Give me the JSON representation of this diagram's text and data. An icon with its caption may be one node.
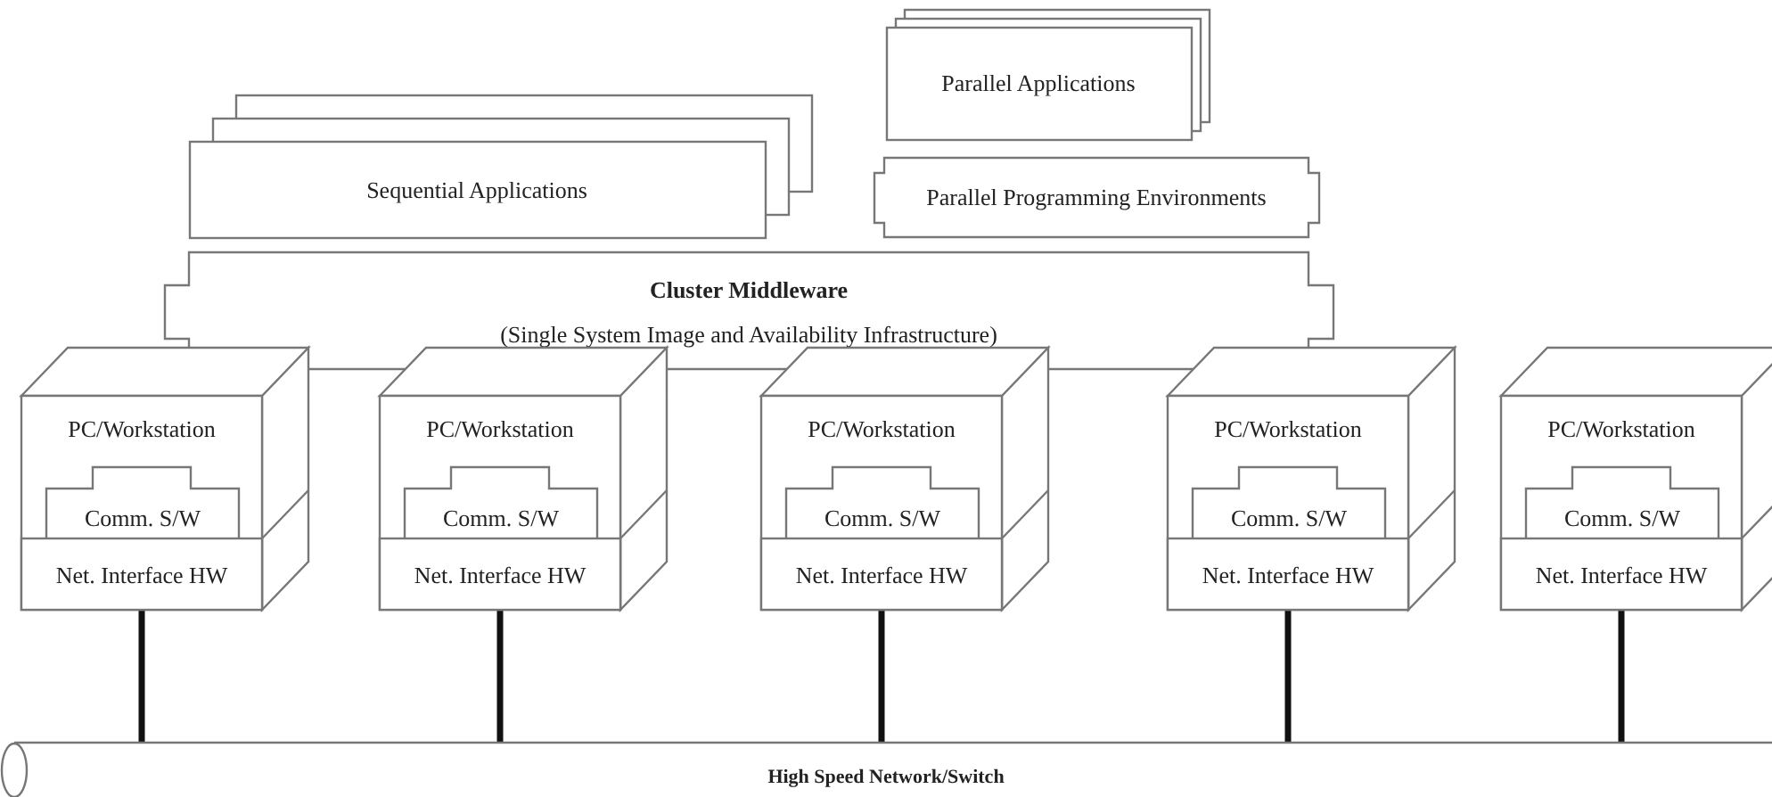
{
  "diagram": {
    "nodes": [
      {
        "text": [
          "Sequential Applications"
        ]
      },
      {
        "text": [
          "Parallel Applications"
        ]
      },
      {
        "text": [
          "Parallel Programming Environments"
        ]
      },
      {
        "text": [
          "Cluster Middleware",
          "(Single System Image and Availability Infrastructure)"
        ]
      },
      {
        "text": [
          "PC/Workstation"
        ]
      },
      {
        "text": [
          "Comm. S/W"
        ],
        "in": 4
      },
      {
        "text": [
          "Net. Interface HW"
        ],
        "in": 4
      },
      {
        "text": [
          "PC/Workstation"
        ]
      },
      {
        "text": [
          "Comm. S/W"
        ],
        "in": 7
      },
      {
        "text": [
          "Net. Interface HW"
        ],
        "in": 7
      },
      {
        "text": [
          "PC/Workstation"
        ]
      },
      {
        "text": [
          "Comm. S/W"
        ],
        "in": 10
      },
      {
        "text": [
          "Net. Interface HW"
        ],
        "in": 10
      },
      {
        "text": [
          "PC/Workstation"
        ]
      },
      {
        "text": [
          "Comm. S/W"
        ],
        "in": 13
      },
      {
        "text": [
          "Net. Interface HW"
        ],
        "in": 13
      },
      {
        "text": [
          "PC/Workstation"
        ]
      },
      {
        "text": [
          "Comm. S/W"
        ],
        "in": 16
      },
      {
        "text": [
          "Net. Interface HW"
        ],
        "in": 16
      },
      {
        "text": [
          "High Speed Network/Switch"
        ]
      }
    ],
    "edges": [
      {
        "from": 6,
        "to": 19,
        "arrow": "none"
      },
      {
        "from": 9,
        "to": 19,
        "arrow": "none"
      },
      {
        "from": 12,
        "to": 19,
        "arrow": "none"
      },
      {
        "from": 15,
        "to": 19,
        "arrow": "none"
      },
      {
        "from": 18,
        "to": 19,
        "arrow": "none"
      }
    ]
  }
}
